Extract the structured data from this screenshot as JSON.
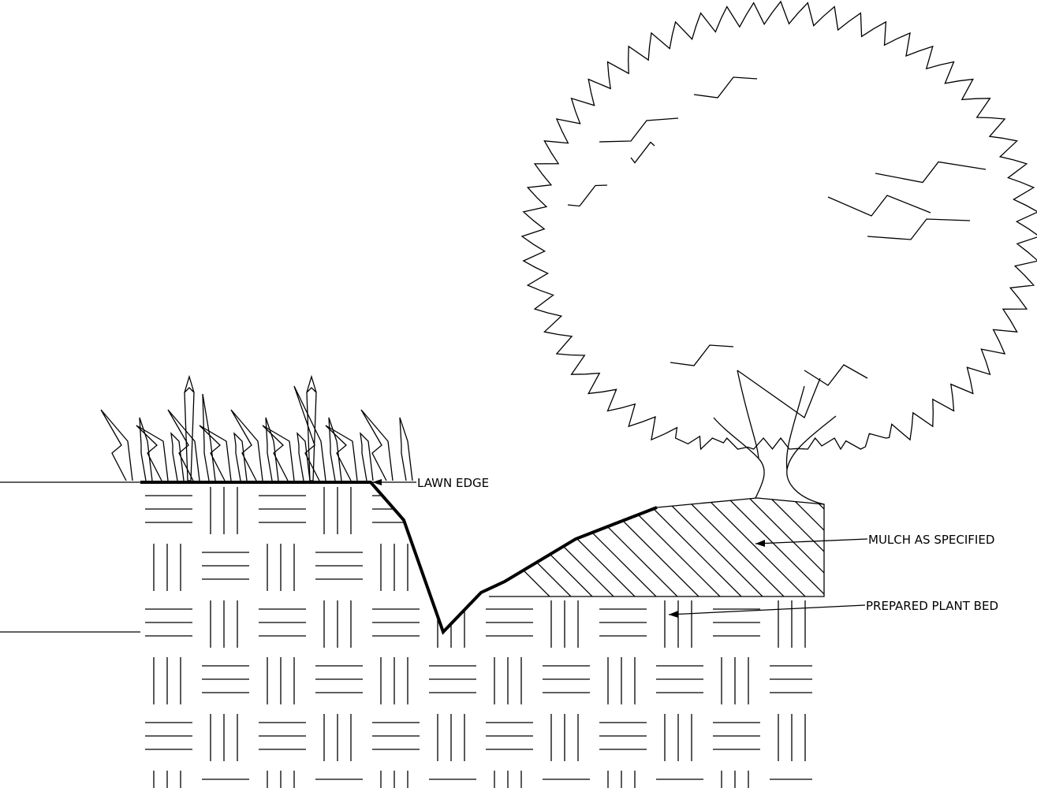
{
  "labels": {
    "lawn_edge": "LAWN EDGE",
    "mulch": "MULCH AS SPECIFIED",
    "plant_bed": "PREPARED PLANT BED"
  },
  "colors": {
    "line": "#000000",
    "background": "#ffffff"
  }
}
